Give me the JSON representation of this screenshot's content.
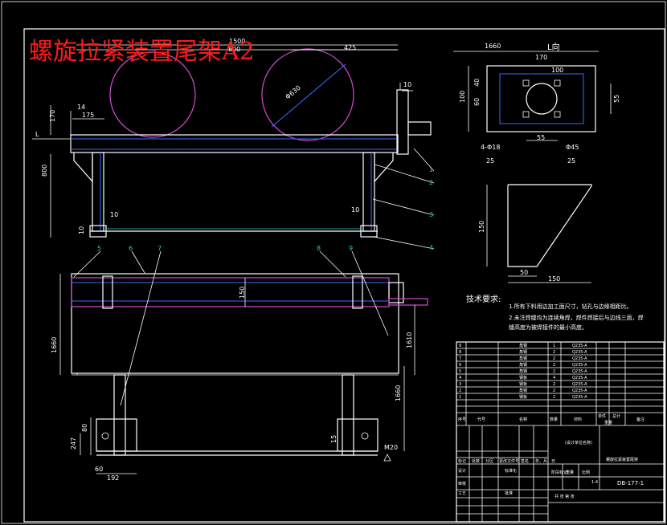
{
  "title": "螺旋拉紧装置尾架A2",
  "view_label": "L向",
  "tech_requirements": {
    "heading": "技术要求:",
    "line1": "1.所有下料用边加工面尺寸，钻孔与边缘相距比。",
    "line2": "2.未注焊缝均为连续角焊，焊件焊接后与边线三面，焊",
    "line3": "缝高度为被焊接件的最小高度。"
  },
  "dimensions": {
    "d1500": "1500",
    "d800": "800",
    "d425": "425",
    "d10a": "10",
    "d630": "Φ630",
    "d170": "170",
    "d14": "14",
    "d175": "175",
    "d800v": "800",
    "d10b": "10",
    "d10c": "10",
    "d10d": "10",
    "d150m": "150",
    "d1660a": "1660",
    "d1610": "1610",
    "d1660b": "1660",
    "d80": "80",
    "d247": "247",
    "d60": "60",
    "d192": "192",
    "d15": "15",
    "dM20": "M20",
    "dL1660": "1660",
    "dL170": "170",
    "dL40": "40",
    "dL60": "60",
    "dL100": "100",
    "dL55": "55",
    "dL55b": "55",
    "dL4_18": "4-Φ18",
    "dL45": "Φ45",
    "dL100b": "100",
    "dL25": "25",
    "dL25b": "25",
    "dR150v": "150",
    "dR50": "50",
    "dR150h": "150",
    "L": "L"
  },
  "balloons": [
    "1",
    "2",
    "3",
    "4",
    "5",
    "6",
    "7",
    "8",
    "9"
  ],
  "bom": {
    "rows": [
      {
        "n": "9",
        "name": "角钢",
        "qty": "1",
        "mat": "Q235-A"
      },
      {
        "n": "8",
        "name": "角钢",
        "qty": "2",
        "mat": "Q235-A"
      },
      {
        "n": "7",
        "name": "角钢",
        "qty": "2",
        "mat": "Q235-A"
      },
      {
        "n": "6",
        "name": "角钢",
        "qty": "2",
        "mat": "Q235-A"
      },
      {
        "n": "5",
        "name": "角钢",
        "qty": "2",
        "mat": "Q235-A"
      },
      {
        "n": "4",
        "name": "钢板",
        "qty": "4",
        "mat": "Q235-A"
      },
      {
        "n": "3",
        "name": "钢板",
        "qty": "2",
        "mat": "Q235-A"
      },
      {
        "n": "2",
        "name": "角钢",
        "qty": "2",
        "mat": "Q235-A"
      },
      {
        "n": "1",
        "name": "钢板",
        "qty": "2",
        "mat": "Q235-A"
      }
    ],
    "header": {
      "n": "序号",
      "code": "代号",
      "name": "名称",
      "qty": "数量",
      "mat": "材料",
      "single": "单件",
      "total": "总计",
      "weight": "重量",
      "note": "备注"
    }
  },
  "title_block": {
    "drawing_name": "螺旋拉紧装置尾架",
    "company": "(设计单位名称)",
    "drawing_no": "DB-177-1",
    "labels": [
      "标记",
      "处数",
      "分区",
      "更改文件号",
      "签名",
      "年、月、日"
    ],
    "design": "设计",
    "standard": "标准化",
    "stage": "阶段标记",
    "weight": "重量",
    "scale": "比例",
    "scale_val": "1:4",
    "review": "审核",
    "process": "工艺",
    "approve": "批准",
    "sheets": "共 张 第 张"
  }
}
